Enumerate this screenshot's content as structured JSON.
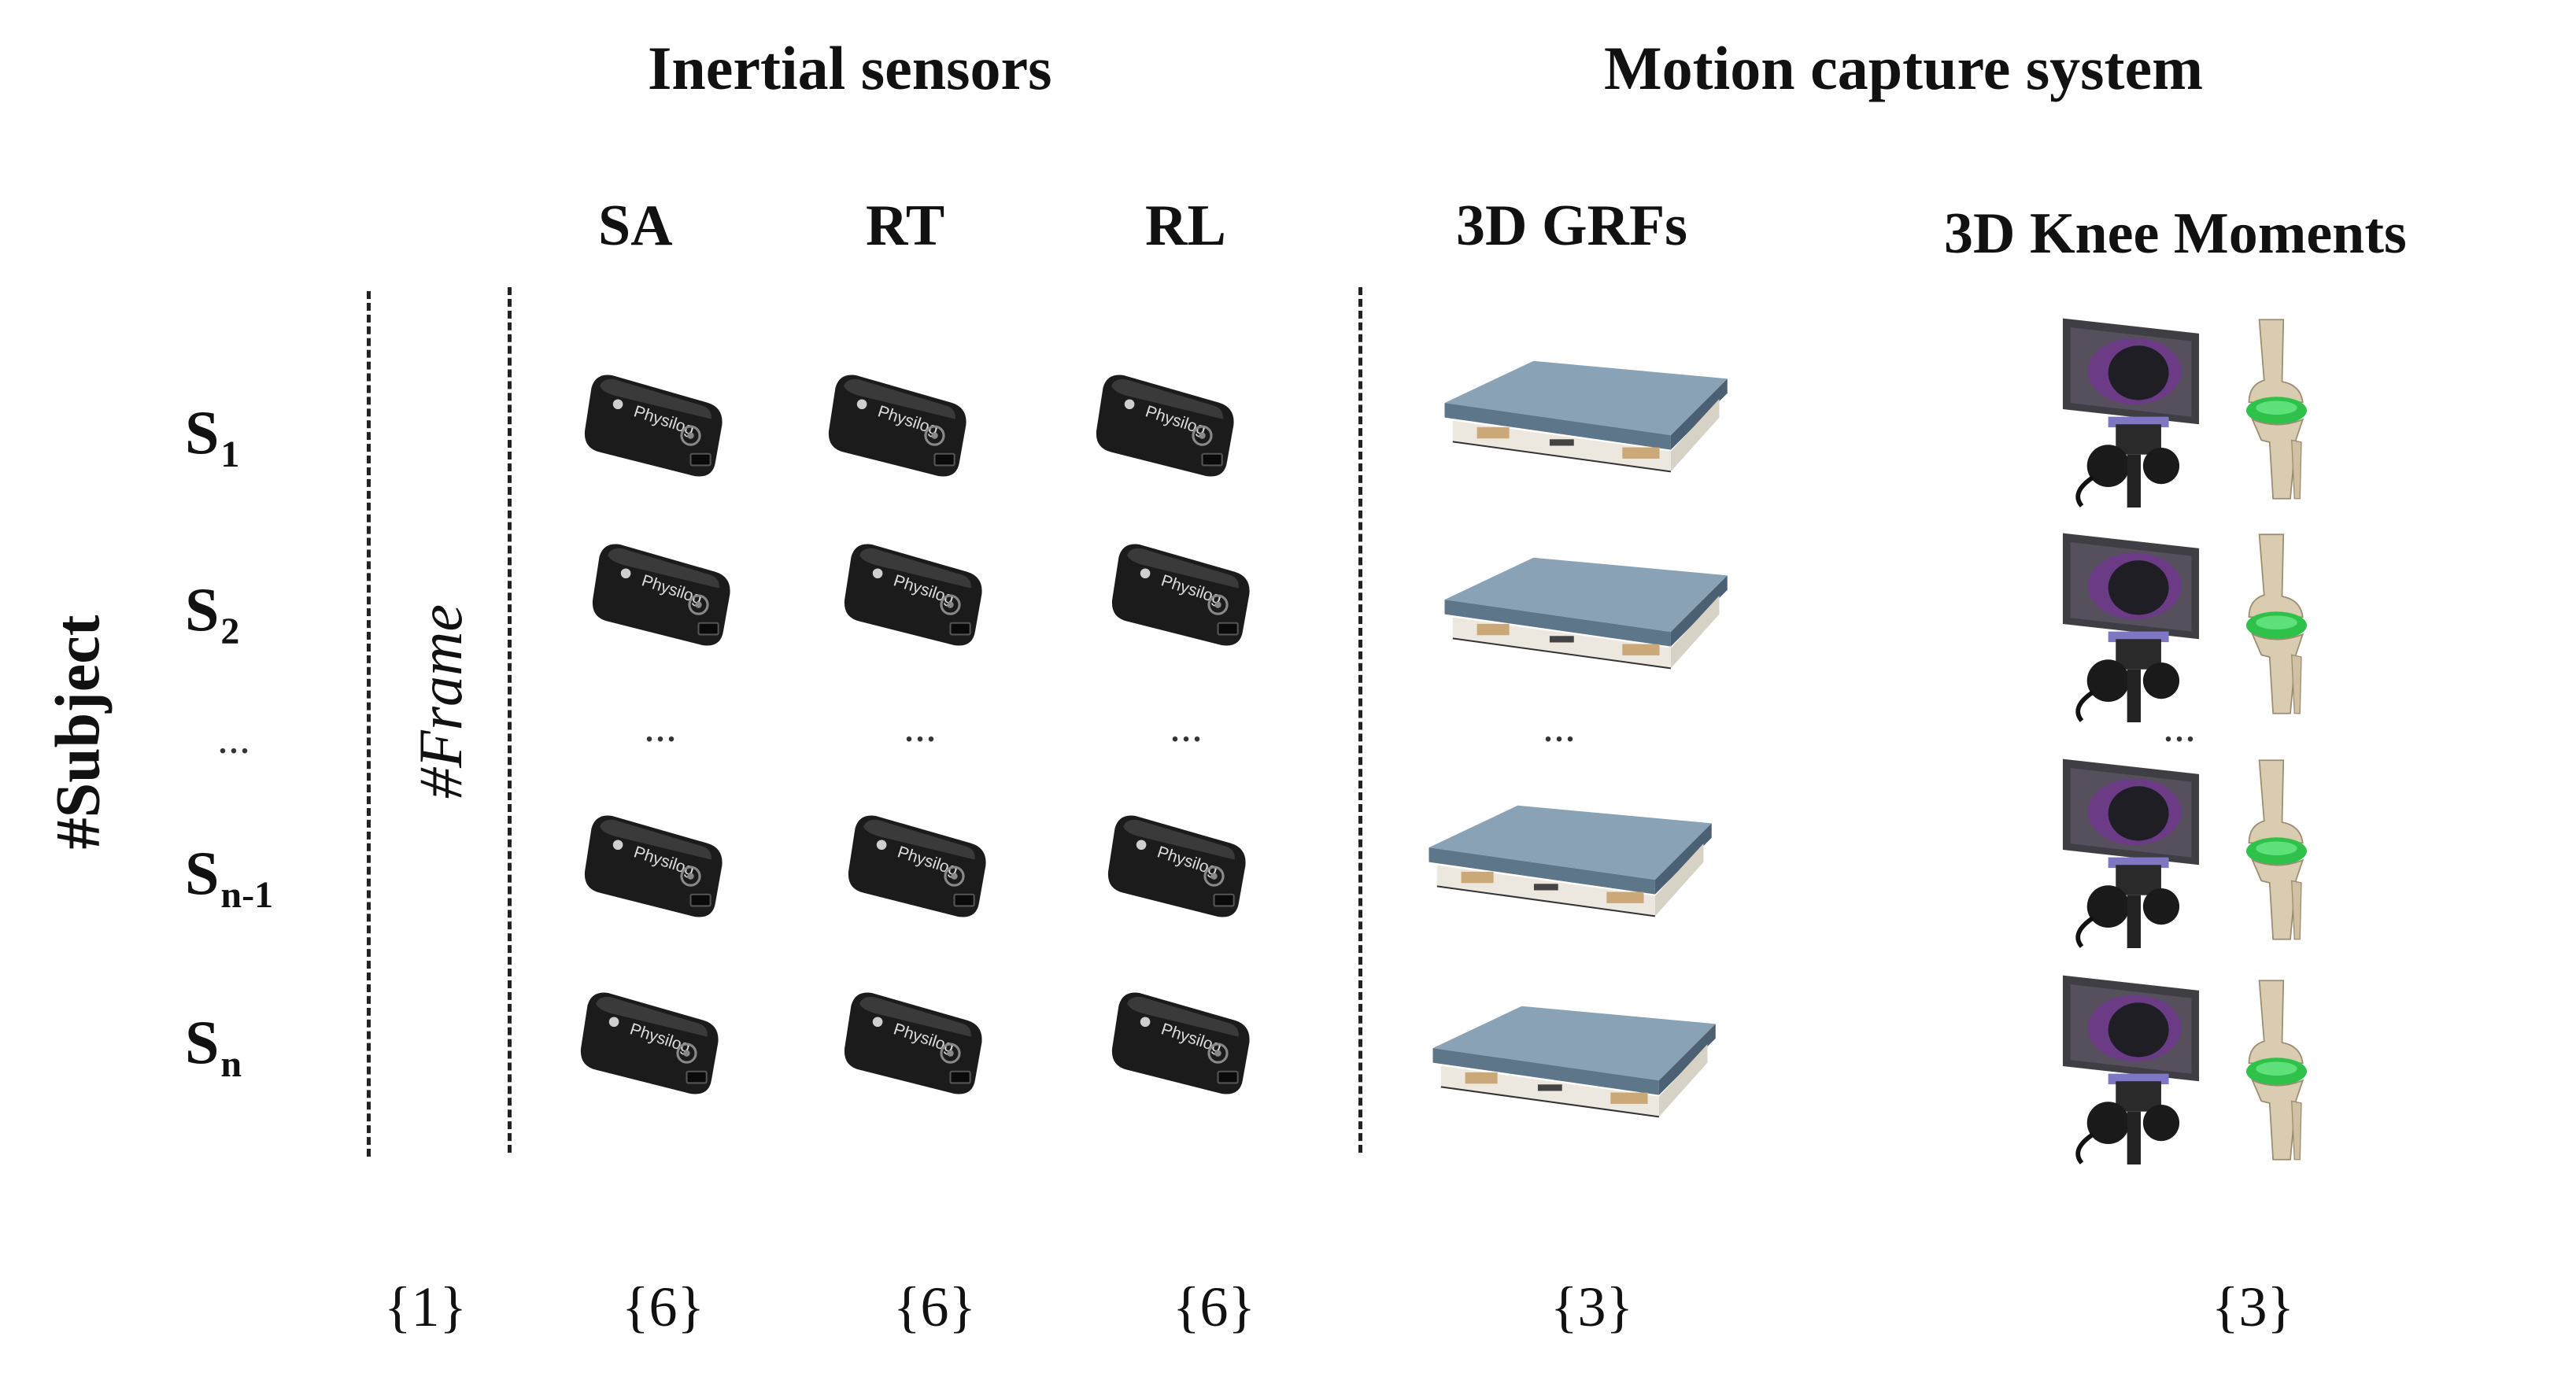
{
  "groups": {
    "inertial_sensors": "Inertial sensors",
    "motion_capture": "Motion capture system"
  },
  "columns": {
    "sa": "SA",
    "rt": "RT",
    "rl": "RL",
    "grf": "3D GRFs",
    "knee": "3D Knee Moments"
  },
  "axis": {
    "subject": "#Subject",
    "frame": "#Frame"
  },
  "subjects": [
    {
      "main": "S",
      "sub": "1"
    },
    {
      "main": "S",
      "sub": "2"
    },
    {
      "ellipsis": "..."
    },
    {
      "main": "S",
      "sub": "n-1"
    },
    {
      "main": "S",
      "sub": "n"
    }
  ],
  "ellipsis": "...",
  "dims": {
    "frame": "{1}",
    "sa": "{6}",
    "rt": "{6}",
    "rl": "{6}",
    "grf": "{3}",
    "knee": "{3}"
  },
  "icons": {
    "imu": "imu-sensor-icon",
    "force_plate": "force-plate-icon",
    "camera": "mocap-camera-icon",
    "knee": "knee-joint-icon"
  },
  "colors": {
    "sensor": "#1c1c1c",
    "plate_top": "#7f98ad",
    "knee_joint": "#2fc24a",
    "bone": "#d9ccb0"
  }
}
